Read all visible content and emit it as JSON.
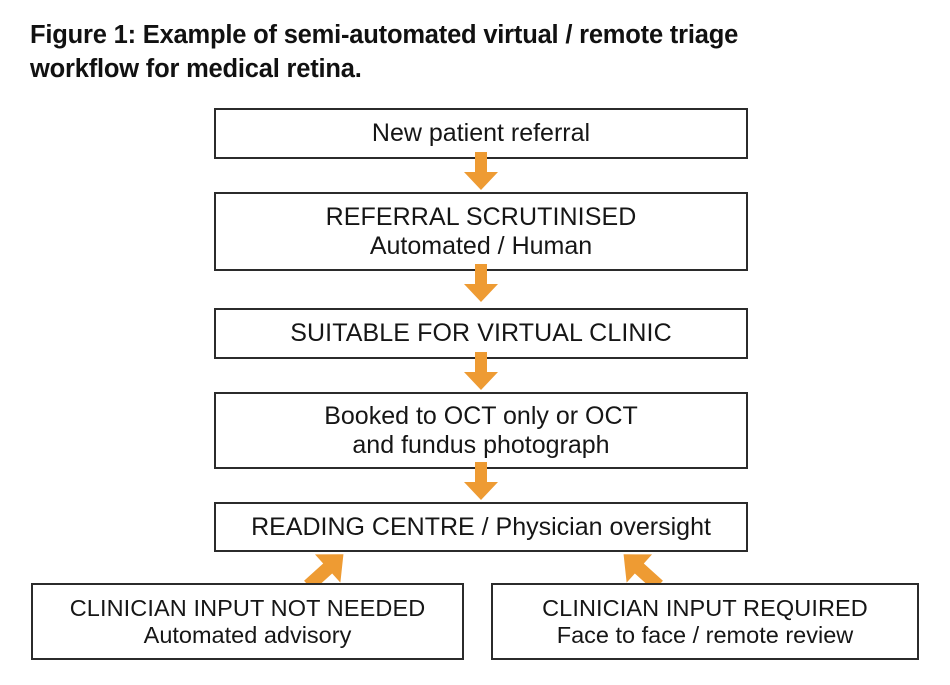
{
  "figure": {
    "caption_lines": [
      "Figure 1: Example of semi-automated virtual / remote triage",
      "workflow for medical retina."
    ],
    "accent_color": "#ee9b33",
    "border_color": "#2b2b2b",
    "background_color": "#ffffff"
  },
  "diagram": {
    "type": "flowchart",
    "nodes": [
      {
        "id": "referral",
        "lines": [
          "New patient referral"
        ],
        "case": "sentence"
      },
      {
        "id": "scrutinised",
        "lines": [
          "REFERRAL SCRUTINISED",
          "Automated / Human"
        ],
        "case": "mixed"
      },
      {
        "id": "suitable",
        "lines": [
          "SUITABLE FOR VIRTUAL CLINIC"
        ],
        "case": "upper"
      },
      {
        "id": "booked",
        "lines": [
          "Booked to OCT only or OCT",
          "and fundus photograph"
        ],
        "case": "sentence"
      },
      {
        "id": "reading",
        "lines": [
          "READING CENTRE / Physician oversight"
        ],
        "case": "mixed"
      },
      {
        "id": "not-needed",
        "lines": [
          "CLINICIAN INPUT NOT NEEDED",
          "Automated advisory"
        ],
        "case": "mixed"
      },
      {
        "id": "required",
        "lines": [
          "CLINICIAN INPUT REQUIRED",
          "Face to face / remote review"
        ],
        "case": "mixed"
      }
    ],
    "edges": [
      {
        "id": "e1",
        "from": "referral",
        "to": "scrutinised",
        "direction": "down"
      },
      {
        "id": "e2",
        "from": "scrutinised",
        "to": "suitable",
        "direction": "down"
      },
      {
        "id": "e3",
        "from": "suitable",
        "to": "booked",
        "direction": "down"
      },
      {
        "id": "e4",
        "from": "booked",
        "to": "reading",
        "direction": "down"
      },
      {
        "id": "e5",
        "from": "reading",
        "to": "not-needed",
        "direction": "down-left"
      },
      {
        "id": "e6",
        "from": "reading",
        "to": "required",
        "direction": "down-right"
      }
    ]
  }
}
